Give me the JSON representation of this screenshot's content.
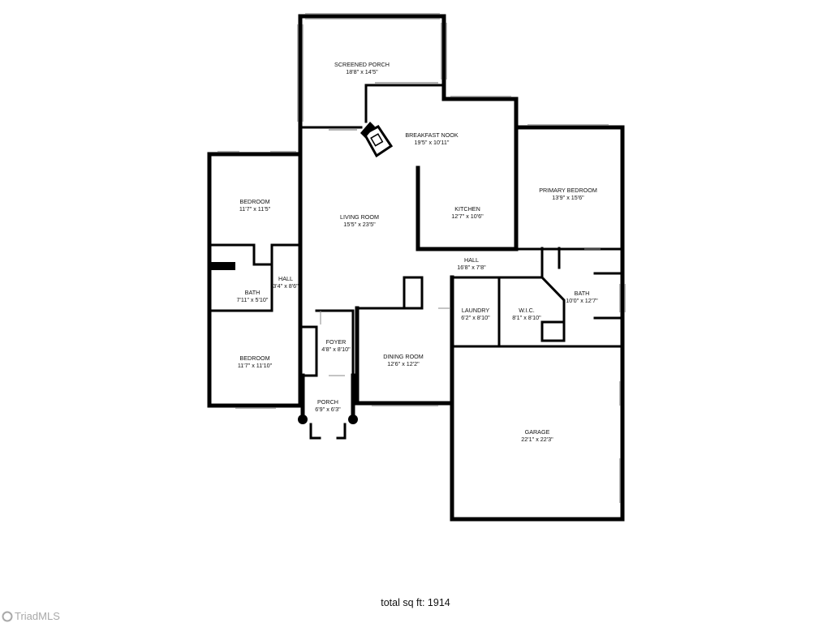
{
  "rooms": [
    {
      "name": "SCREENED PORCH",
      "size": "18'8\" x 14'5\""
    },
    {
      "name": "BREAKFAST NOOK",
      "size": "19'5\" x 10'11\""
    },
    {
      "name": "PRIMARY BEDROOM",
      "size": "13'9\" x 15'6\""
    },
    {
      "name": "BEDROOM",
      "size": "11'7\" x 11'5\""
    },
    {
      "name": "LIVING ROOM",
      "size": "15'5\" x 23'5\""
    },
    {
      "name": "KITCHEN",
      "size": "12'7\" x 10'6\""
    },
    {
      "name": "HALL",
      "size": "16'8\" x 7'8\""
    },
    {
      "name": "HALL",
      "size": "3'4\" x 8'6\""
    },
    {
      "name": "BATH",
      "size": "7'11\" x 5'10\""
    },
    {
      "name": "LAUNDRY",
      "size": "6'2\" x 8'10\""
    },
    {
      "name": "W.I.C.",
      "size": "8'1\" x 8'10\""
    },
    {
      "name": "BATH",
      "size": "10'0\" x 12'7\""
    },
    {
      "name": "FOYER",
      "size": "4'8\" x 8'10\""
    },
    {
      "name": "DINING ROOM",
      "size": "12'6\" x 12'2\""
    },
    {
      "name": "BEDROOM",
      "size": "11'7\" x 11'10\""
    },
    {
      "name": "PORCH",
      "size": "6'9\" x 6'3\""
    },
    {
      "name": "GARAGE",
      "size": "22'1\" x 22'3\""
    }
  ],
  "total": "total sq ft: 1914",
  "watermark": "TriadMLS"
}
